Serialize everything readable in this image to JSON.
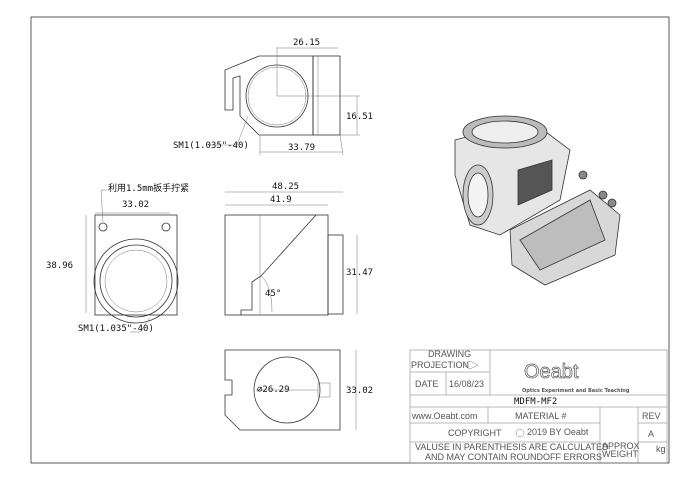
{
  "drawing": {
    "top_view": {
      "width_dim": "26.15",
      "height_dim": "16.51",
      "overall_dim": "33.79",
      "thread_label": "SM1(1.035\"-40)"
    },
    "front_view": {
      "note": "利用1.5mm扳手拧紧",
      "width_dim": "33.02",
      "height_dim": "38.96",
      "thread_label": "SM1(1.035\"-40)"
    },
    "side_view": {
      "overall_dim": "48.25",
      "inner_dim": "41.9",
      "height_dim": "31.47",
      "angle": "45°"
    },
    "bottom_view": {
      "diameter_dim": "⌀26.29",
      "height_dim": "33.02"
    }
  },
  "title_block": {
    "drawing_label": "DRAWING",
    "projection_label": "PROJECTION",
    "date_label": "DATE",
    "date": "16/08/23",
    "logo": "Oeabt",
    "tagline": "Optics Experiment and Basic Teaching",
    "part_number": "MDFM-MF2",
    "website": "www.Oeabt.com",
    "material_label": "MATERIAL #",
    "rev_label": "REV",
    "rev": "A",
    "copyright": "COPYRIGHT",
    "copyright_year": "2019 BY Oeabt",
    "note_line1": "VALUSE IN PARENTHESIS ARE CALCULATED",
    "note_line2": "AND MAY CONTAIN ROUNDOFF ERRORS",
    "approx_label": "APPROX",
    "weight_label": "WEIGHT",
    "weight_unit": "kg"
  }
}
